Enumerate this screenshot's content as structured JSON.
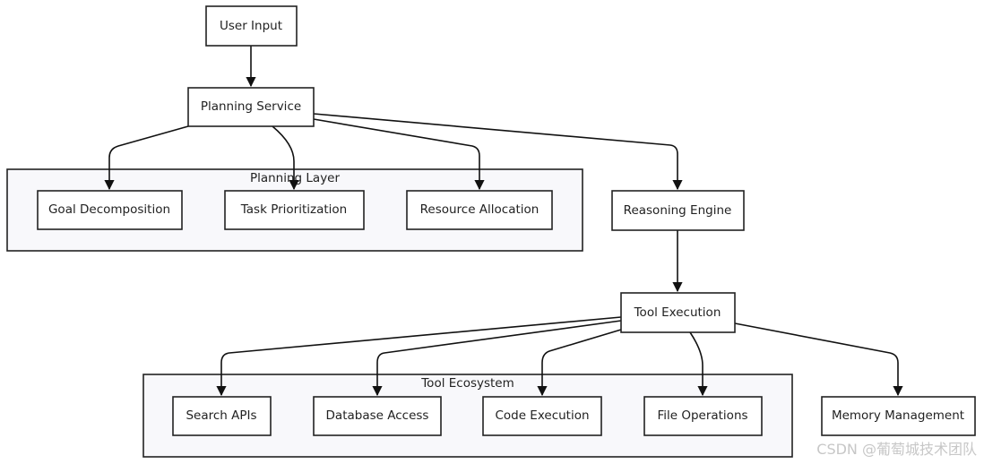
{
  "diagram": {
    "groups": {
      "planning_layer": "Planning Layer",
      "tool_ecosystem": "Tool Ecosystem"
    },
    "nodes": {
      "user_input": "User Input",
      "planning_service": "Planning Service",
      "goal_decomposition": "Goal Decomposition",
      "task_prioritization": "Task Prioritization",
      "resource_allocation": "Resource Allocation",
      "reasoning_engine": "Reasoning Engine",
      "tool_execution": "Tool Execution",
      "search_apis": "Search APIs",
      "database_access": "Database Access",
      "code_execution": "Code Execution",
      "file_operations": "File Operations",
      "memory_management": "Memory Management"
    },
    "edges": [
      {
        "from": "User Input",
        "to": "Planning Service"
      },
      {
        "from": "Planning Service",
        "to": "Goal Decomposition"
      },
      {
        "from": "Planning Service",
        "to": "Task Prioritization"
      },
      {
        "from": "Planning Service",
        "to": "Resource Allocation"
      },
      {
        "from": "Planning Service",
        "to": "Reasoning Engine"
      },
      {
        "from": "Reasoning Engine",
        "to": "Tool Execution"
      },
      {
        "from": "Tool Execution",
        "to": "Search APIs"
      },
      {
        "from": "Tool Execution",
        "to": "Database Access"
      },
      {
        "from": "Tool Execution",
        "to": "Code Execution"
      },
      {
        "from": "Tool Execution",
        "to": "File Operations"
      },
      {
        "from": "Tool Execution",
        "to": "Memory Management"
      }
    ]
  },
  "watermark": "CSDN @葡萄城技术团队"
}
